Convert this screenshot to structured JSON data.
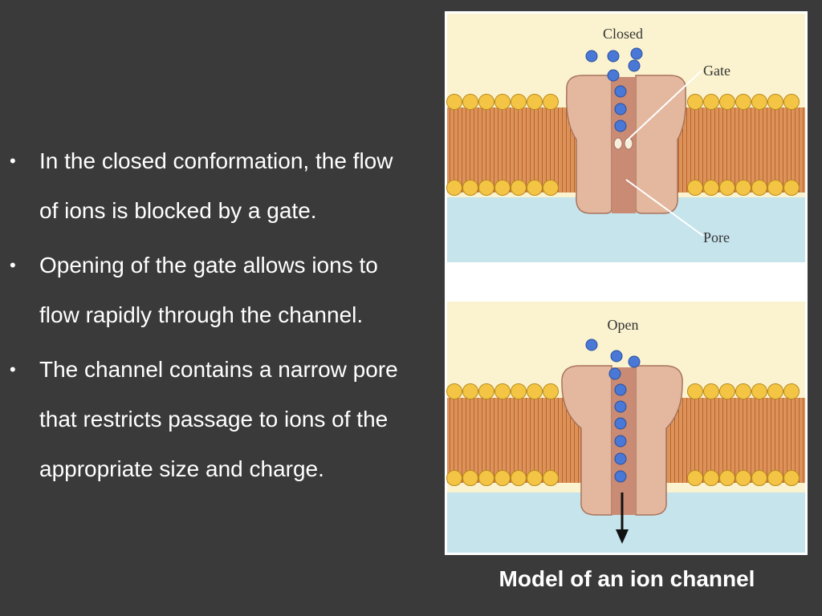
{
  "bullets": [
    {
      "text": "In the closed conformation, the flow of ions is blocked by a gate."
    },
    {
      "text": "Opening of the gate allows ions to flow rapidly through the channel."
    },
    {
      "text": "The channel contains a narrow pore that restricts passage to ions of the appropriate size and charge."
    }
  ],
  "figure": {
    "closed": {
      "title": "Closed",
      "gate_label": "Gate",
      "pore_label": "Pore"
    },
    "open": {
      "title": "Open"
    }
  },
  "caption": "Model of an ion channel",
  "colors": {
    "background": "#3a3a3a",
    "extracellular": "#fbf3cf",
    "cytoplasm": "#c6e4ec",
    "lipid_head": "#f4c545",
    "lipid_tail": "#d27b3f",
    "protein": "#e3b89f",
    "pore": "#c98b74",
    "ion": "#4a78d6"
  }
}
